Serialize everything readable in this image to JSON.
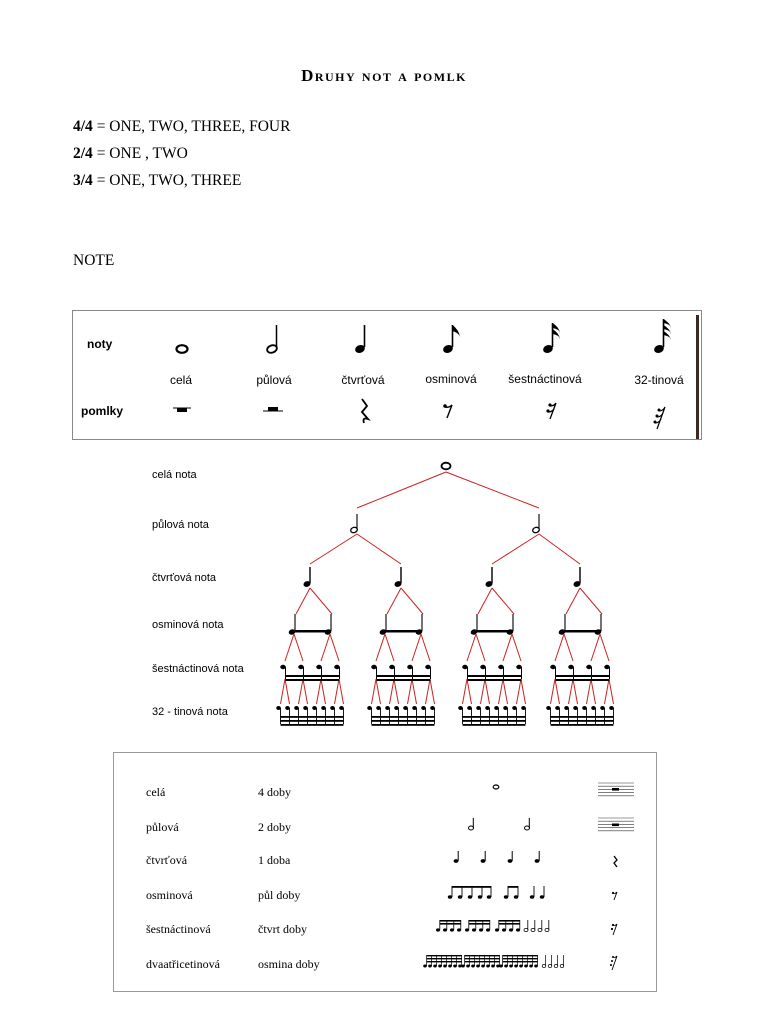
{
  "title": "Druhy not a pomlk",
  "meters": [
    {
      "sig": "4/4",
      "text": " = ONE, TWO, THREE, FOUR"
    },
    {
      "sig": "2/4",
      "text": " = ONE , TWO"
    },
    {
      "sig": "3/4",
      "text": " =  ONE, TWO, THREE"
    }
  ],
  "note_heading": "NOTE",
  "box1": {
    "row_notes_label": "noty",
    "row_rests_label": "pomlky",
    "names": [
      "celá",
      "půlová",
      "čtvrťová",
      "osminová",
      "šestnáctinová",
      "32-tinová"
    ]
  },
  "tree": {
    "labels": [
      "celá nota",
      "půlová nota",
      "čtvrťová nota",
      "osminová nota",
      "šestnáctinová nota",
      "32 - tinová nota"
    ],
    "line_color": "#cc2222"
  },
  "box2": {
    "rows": [
      {
        "name": "celá",
        "beats": "4 doby"
      },
      {
        "name": "půlová",
        "beats": "2 doby"
      },
      {
        "name": "čtvrťová",
        "beats": "1 doba"
      },
      {
        "name": "osminová",
        "beats": "půl doby"
      },
      {
        "name": "šestnáctinová",
        "beats": "čtvrt doby"
      },
      {
        "name": "dvaatřicetinová",
        "beats": "osmina doby"
      }
    ]
  }
}
